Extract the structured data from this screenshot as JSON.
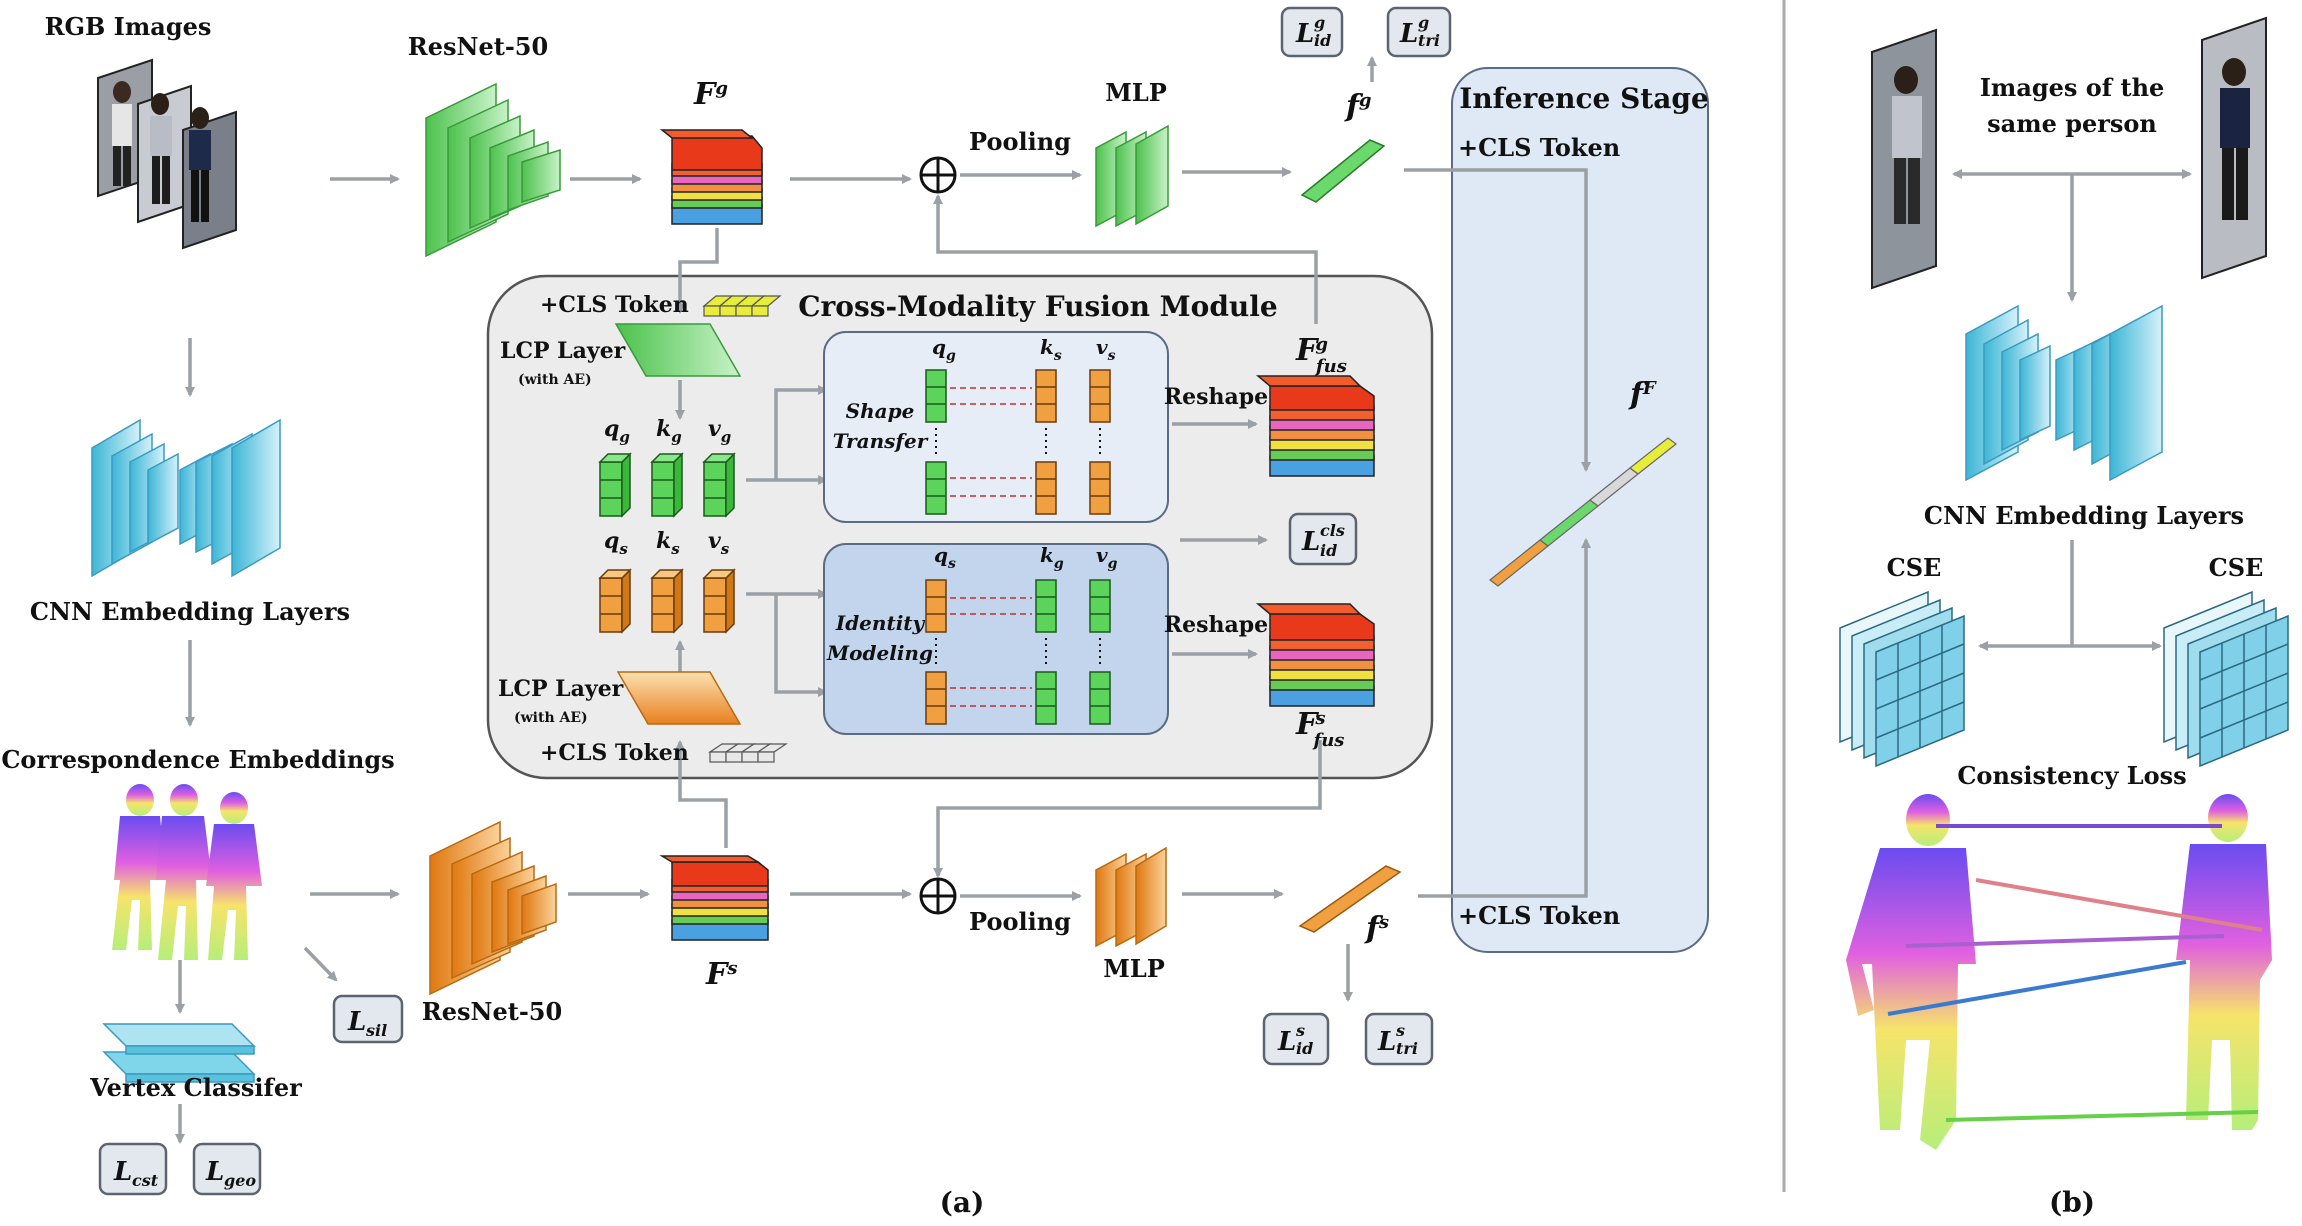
{
  "panel_a": {
    "caption": "(a)",
    "rgb_images_label": "RGB Images",
    "resnet_top_label": "ResNet-50",
    "resnet_bottom_label": "ResNet-50",
    "cnn_embedding_label": "CNN Embedding Layers",
    "correspondence_label": "Correspondence Embeddings",
    "vertex_classifier_label": "Vertex Classifer",
    "pooling_top": "Pooling",
    "pooling_bottom": "Pooling",
    "mlp_top": "MLP",
    "mlp_bottom": "MLP",
    "fusion_module_title": "Cross-Modality Fusion Module",
    "cls_token_top": "+CLS Token",
    "cls_token_bottom": "+CLS Token",
    "lcp_layer_top": "LCP Layer",
    "lcp_layer_top_sub": "(with AE)",
    "lcp_layer_bottom": "LCP Layer",
    "lcp_layer_bottom_sub": "(with AE)",
    "shape_transfer": [
      "Shape",
      "Transfer"
    ],
    "identity_modeling": [
      "Identity",
      "Modeling"
    ],
    "reshape_top": "Reshape",
    "reshape_bottom": "Reshape",
    "inference_title": "Inference Stage",
    "inference_cls_top": "+CLS Token",
    "inference_cls_bottom": "+CLS Token",
    "q_g": "q",
    "k_g": "k",
    "v_g": "v",
    "sub_g": "g",
    "sub_s": "s",
    "F": "F",
    "f": "f",
    "sup_g": "g",
    "sup_s": "s",
    "sup_F": "F",
    "fus": "fus",
    "L": "L",
    "loss_sub": {
      "id": "id",
      "tri": "tri",
      "sil": "sil",
      "cst": "cst",
      "geo": "geo"
    },
    "loss_sup": {
      "g": "g",
      "s": "s",
      "cls": "cls"
    }
  },
  "panel_b": {
    "caption": "(b)",
    "images_same_person": [
      "Images of the",
      "same person"
    ],
    "cnn_embedding_label": "CNN Embedding Layers",
    "cse_left": "CSE",
    "cse_right": "CSE",
    "consistency_loss": "Consistency Loss"
  },
  "colors": {
    "resnet_green": "#7ed87e",
    "resnet_orange": "#f0a040",
    "cnn_cyan": "#7fd6ea",
    "fusion_bg": "#ececec",
    "inference_bg": "#dfe8f5",
    "transfer_bg": "#e6edf7",
    "modeling_bg": "#c3d5ec"
  }
}
